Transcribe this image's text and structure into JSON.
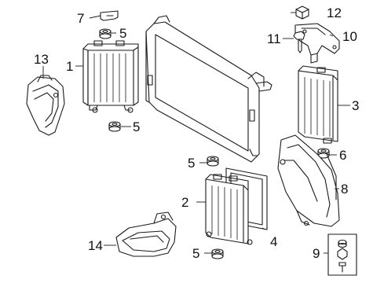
{
  "callouts": {
    "c1": "1",
    "c2": "2",
    "c3": "3",
    "c4": "4",
    "c5a": "5",
    "c5b": "5",
    "c5c": "5",
    "c5d": "5",
    "c6": "6",
    "c7": "7",
    "c8": "8",
    "c9": "9",
    "c10": "10",
    "c11": "11",
    "c12": "12",
    "c13": "13",
    "c14": "14"
  }
}
